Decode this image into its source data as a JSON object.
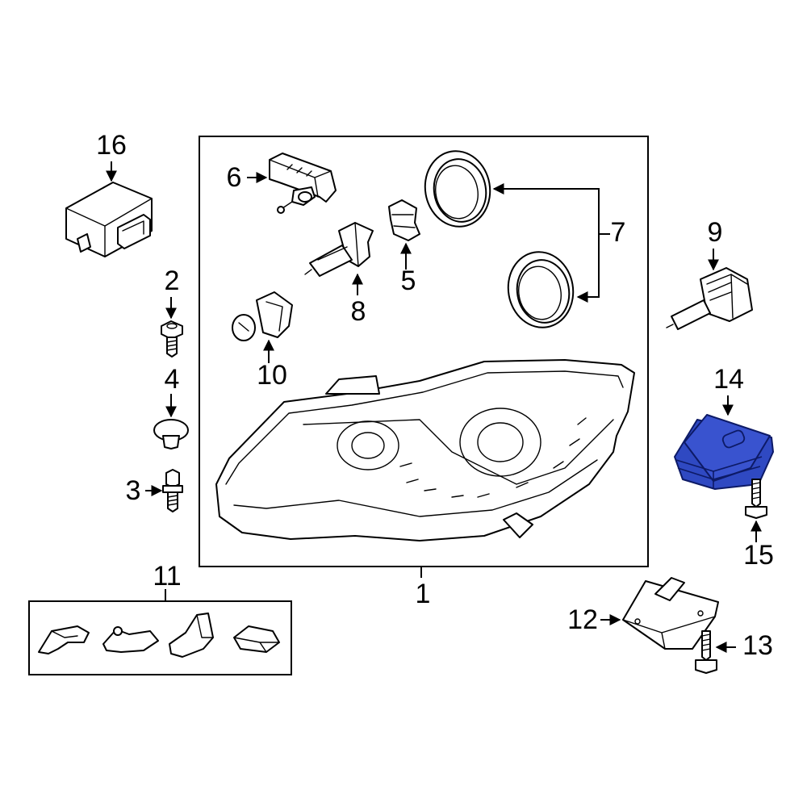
{
  "callouts": {
    "c1": "1",
    "c2": "2",
    "c3": "3",
    "c4": "4",
    "c5": "5",
    "c6": "6",
    "c7": "7",
    "c8": "8",
    "c9": "9",
    "c10": "10",
    "c11": "11",
    "c12": "12",
    "c13": "13",
    "c14": "14",
    "c15": "15",
    "c16": "16"
  },
  "colors": {
    "highlight_fill": "#2f49c2",
    "highlight_stroke": "#0d1a66",
    "line": "#000000",
    "background": "#ffffff"
  },
  "highlighted_part": "14"
}
